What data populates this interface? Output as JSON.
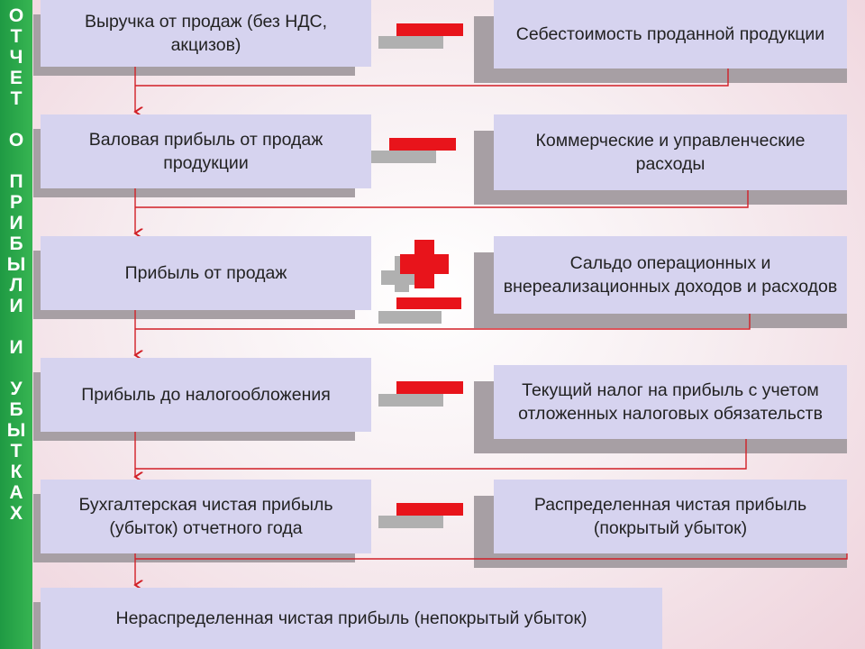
{
  "side_title": "ОТЧЕТ О ПРИБЫЛИ И УБЫТКАХ",
  "steps": [
    {
      "left": "Выручка от продаж (без НДС, акцизов)",
      "operator": "minus",
      "right": "Себестоимость проданной продукции"
    },
    {
      "left": "Валовая прибыль от продаж продукции",
      "operator": "minus",
      "right": "Коммерческие и управленческие расходы"
    },
    {
      "left": "Прибыль от продаж",
      "operator": "plus-minus",
      "right": "Сальдо операционных и внереализационных доходов и расходов"
    },
    {
      "left": "Прибыль до налогообложения",
      "operator": "minus",
      "right": "Текущий налог на прибыль с учетом отложенных налоговых обязательств"
    },
    {
      "left": "Бухгалтерская чистая прибыль (убыток) отчетного года",
      "operator": "minus",
      "right": "Распределенная чистая прибыль (покрытый убыток)"
    }
  ],
  "result": "Нераспределенная чистая прибыль (непокрытый убыток)",
  "colors": {
    "side_strip": "#2aa84a",
    "box_fill": "#d6d3ef",
    "box_shadow": "#a79fa4",
    "operator": "#e8141b",
    "operator_shadow": "#b0b0b0",
    "connector": "#d11f26"
  }
}
